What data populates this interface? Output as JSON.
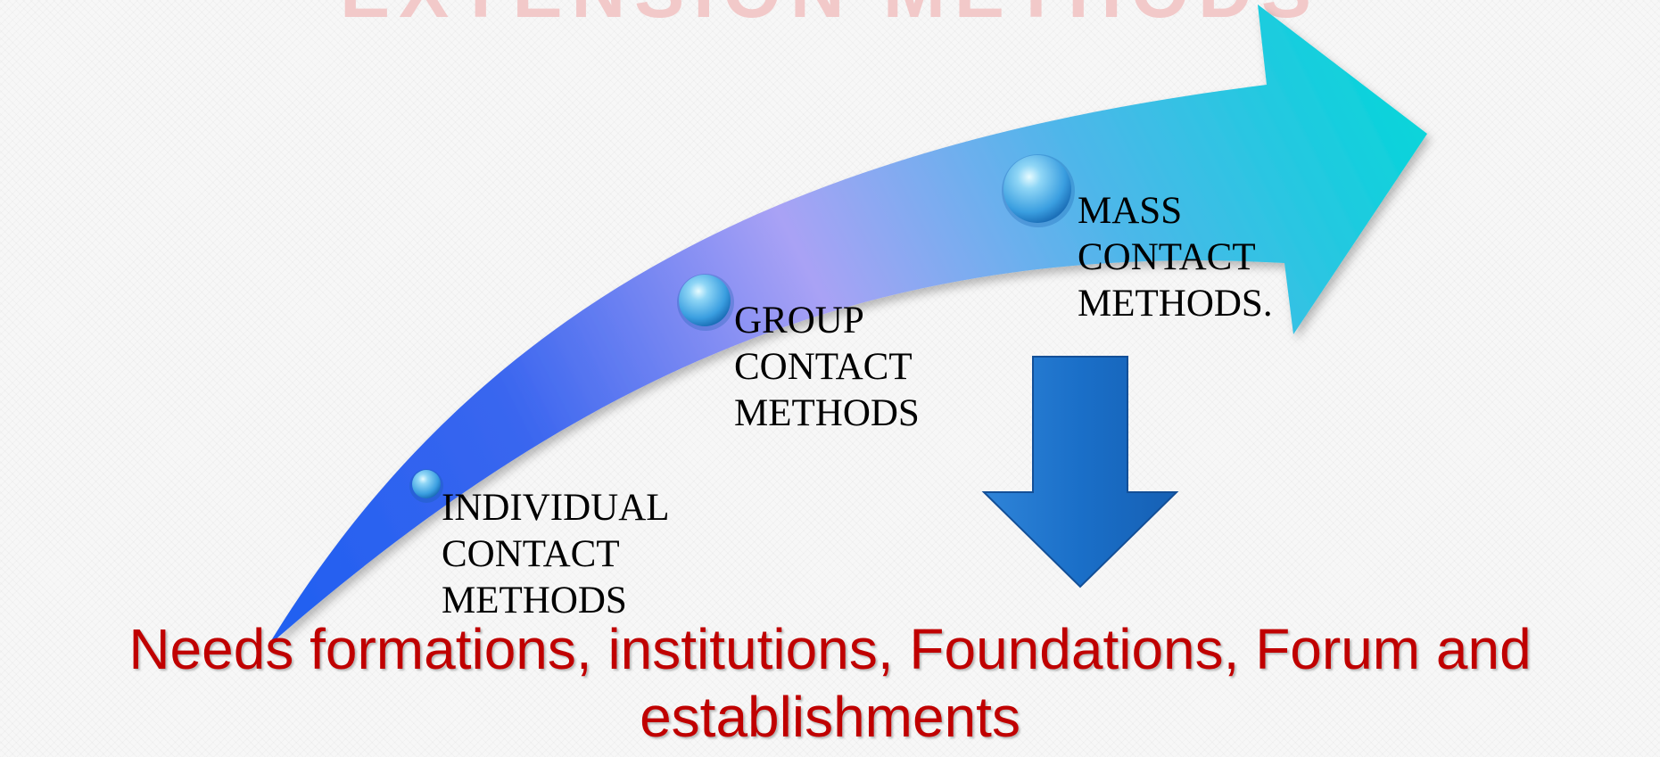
{
  "slide": {
    "title": "EXTENSION METHODS"
  },
  "stages": [
    {
      "lines": [
        "INDIVIDUAL",
        "CONTACT",
        "METHODS"
      ]
    },
    {
      "lines": [
        "GROUP",
        "CONTACT",
        "METHODS"
      ]
    },
    {
      "lines": [
        "MASS",
        "CONTACT",
        "METHODS."
      ]
    }
  ],
  "caption": {
    "line1": "Needs formations, institutions, Foundations, Forum and",
    "line2": "establishments"
  },
  "colors": {
    "arrow_start": "#1f5ff0",
    "arrow_mid": "#a9a2f5",
    "arrow_end": "#00d8d8",
    "down_arrow": "#1a6fc8",
    "caption": "#c00000",
    "title_faded": "#f2c9c9"
  }
}
